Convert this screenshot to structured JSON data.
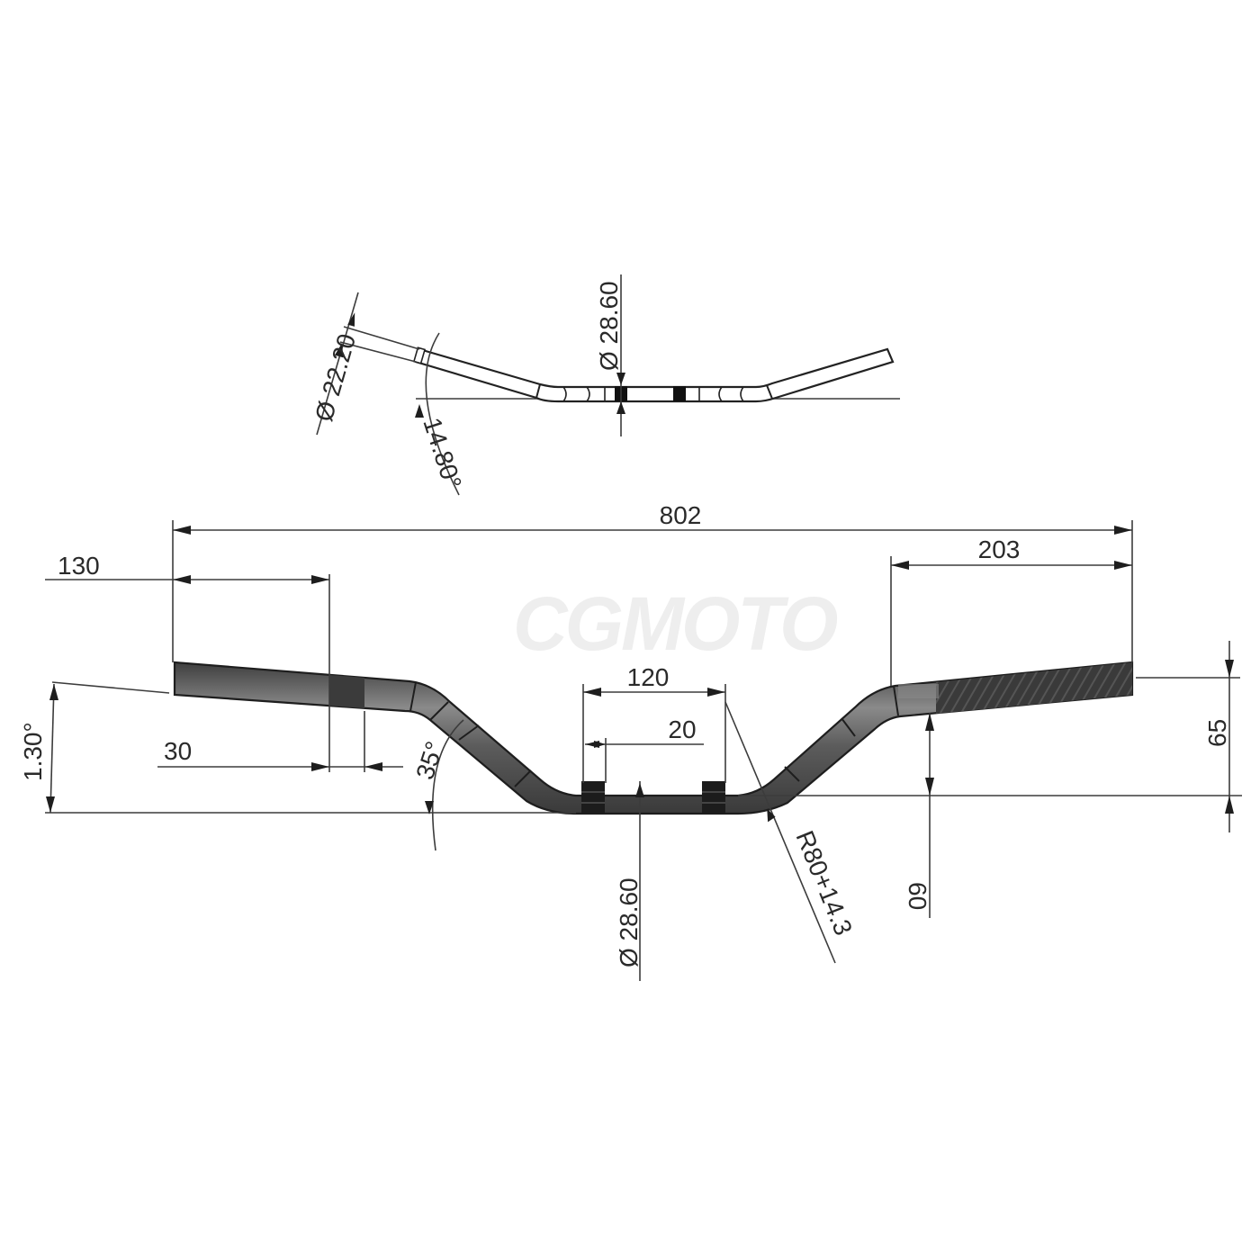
{
  "watermark": "CGMOTO",
  "top_view": {
    "diameter_end": "Ø 22.20",
    "diameter_center": "Ø 28.60",
    "sweep_angle": "14.80°"
  },
  "front_view": {
    "overall_width": "802",
    "grip_length_left": "130",
    "knurl_width": "30",
    "rise_angle": "35°",
    "end_angle": "1.30°",
    "clamp_width": "120",
    "clamp_mark_width": "20",
    "grip_length_right": "203",
    "overall_rise": "65",
    "rise_to_grip": "60",
    "diameter_center": "Ø 28.60",
    "bend_radius": "R80+14.3"
  },
  "colors": {
    "tube": "#5a5a5a",
    "tube_highlight": "#8c8c8c",
    "knurl": "#2e2e2e",
    "line": "#3c3c3c",
    "watermark": "#eeeeee"
  }
}
